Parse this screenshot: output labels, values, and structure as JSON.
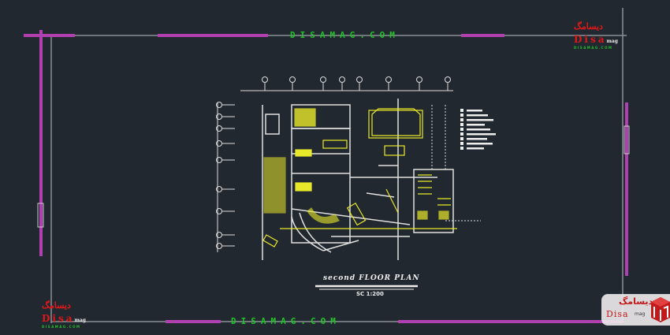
{
  "watermark": {
    "top": "DISAMAG.COM",
    "bottom": "DISAMAG.COM"
  },
  "plan": {
    "title": "second FLOOR PLAN",
    "scale": "SC 1:200"
  },
  "logo": {
    "farsi": "دیسامگ",
    "name": "Disa",
    "suffix": "mag",
    "url": "DISAMAG.COM"
  },
  "colors": {
    "background": "#222830",
    "frame": "#8a8f96",
    "accent": "#b040b0",
    "plan": "#e8e82a",
    "walls": "#e0e0e0",
    "watermark": "#22c22a",
    "logo": "#e01818"
  }
}
